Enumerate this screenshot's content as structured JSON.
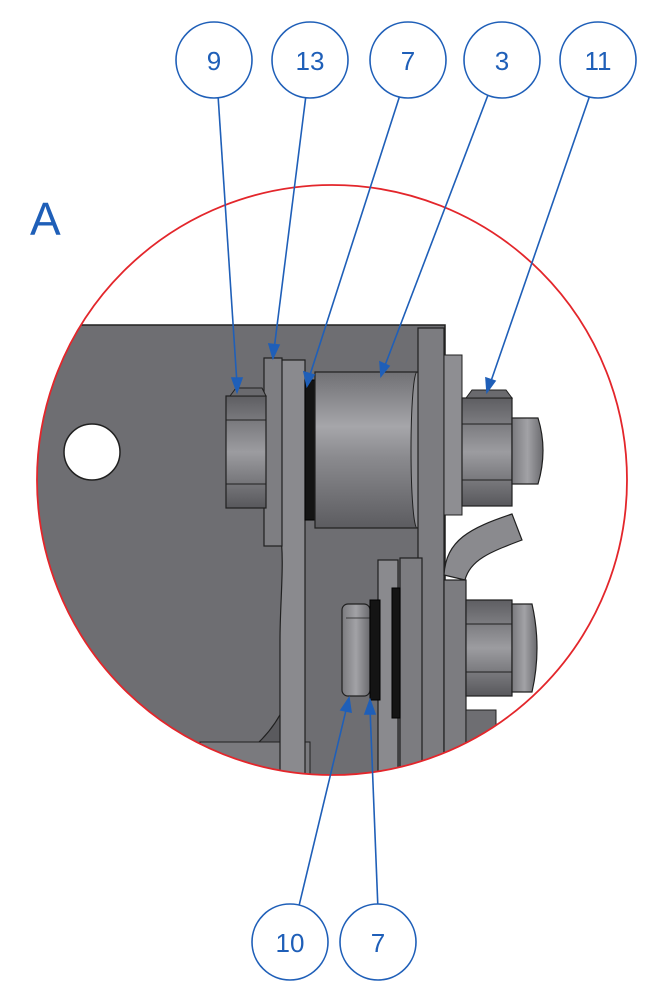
{
  "view": {
    "label": "A"
  },
  "balloons": [
    {
      "id": "b1",
      "number": "9"
    },
    {
      "id": "b2",
      "number": "13"
    },
    {
      "id": "b3",
      "number": "7"
    },
    {
      "id": "b4",
      "number": "3"
    },
    {
      "id": "b5",
      "number": "11"
    },
    {
      "id": "b6",
      "number": "10"
    },
    {
      "id": "b7",
      "number": "7"
    }
  ],
  "colors": {
    "balloon": "#1f5fb8",
    "detail_circle": "#e3262b",
    "plate": "#6e6e72",
    "plate_dark": "#4a4a4e",
    "metal_light": "#9a9a9e",
    "washer_black": "#141414"
  }
}
